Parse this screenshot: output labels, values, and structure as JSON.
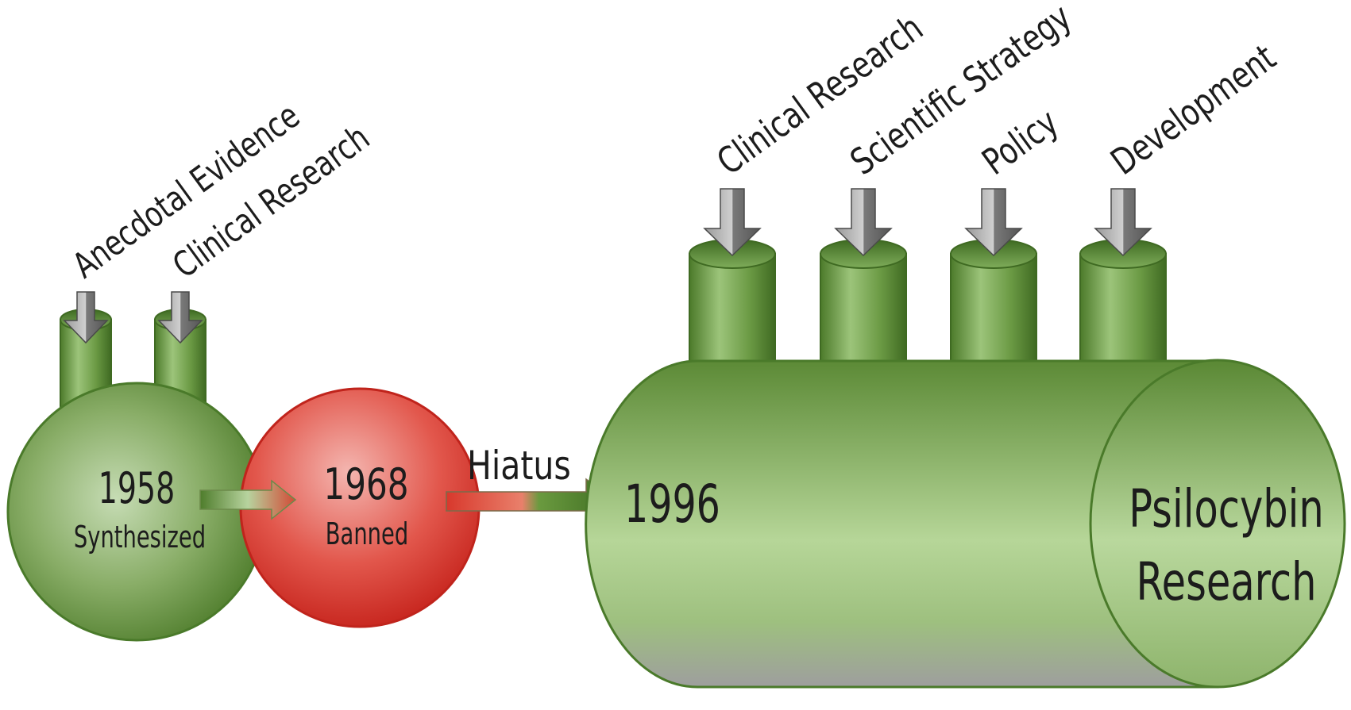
{
  "bulb_1958": {
    "year": "1958",
    "caption": "Synthesized",
    "inputs": [
      "Anecdotal Evidence",
      "Clinical Research"
    ]
  },
  "bulb_1968": {
    "year": "1968",
    "caption": "Banned"
  },
  "hiatus_label": "Hiatus",
  "tank_1996": {
    "year": "1996",
    "title_line1": "Psilocybin",
    "title_line2": "Research",
    "inputs": [
      "Clinical Research",
      "Scientific Strategy",
      "Policy",
      "Development"
    ]
  },
  "colors": {
    "green_dark": "#4e7a2c",
    "green_light": "#b7d79a",
    "red_dark": "#c8201a",
    "red_light": "#f3a9a4",
    "arrow_gray": "#6f6f6f"
  }
}
